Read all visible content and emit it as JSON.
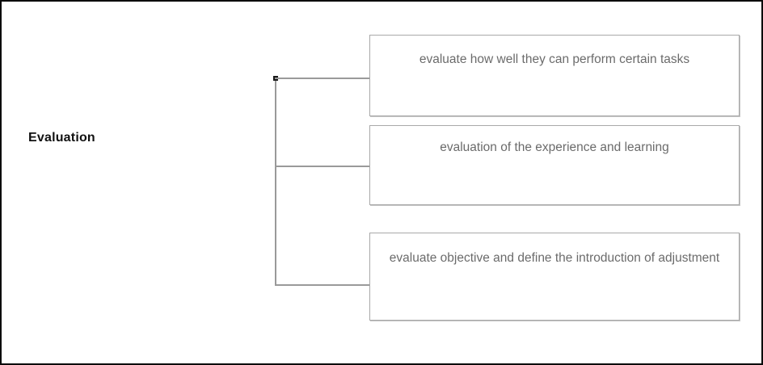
{
  "diagram": {
    "title": "Evaluation",
    "root": {
      "label": "Evaluation"
    },
    "connector": {
      "marker": "square-arrow-marker",
      "line_color": "#9a9a9a",
      "marker_color": "#1a1a1a",
      "branch_count": 3
    },
    "nodes": [
      {
        "id": "node-1",
        "text": "evaluate how well they can perform certain tasks",
        "border_color": "#a9a9a9",
        "text_color": "#6b6b6b"
      },
      {
        "id": "node-2",
        "text": "evaluation of the experience and learning",
        "border_color": "#a9a9a9",
        "text_color": "#6b6b6b"
      },
      {
        "id": "node-3",
        "text": "evaluate objective and define the introduction of adjustment",
        "border_color": "#a9a9a9",
        "text_color": "#6b6b6b"
      }
    ],
    "colors": {
      "background": "#ffffff",
      "frame_border": "#0a0a0a",
      "root_label": "#111111"
    }
  }
}
